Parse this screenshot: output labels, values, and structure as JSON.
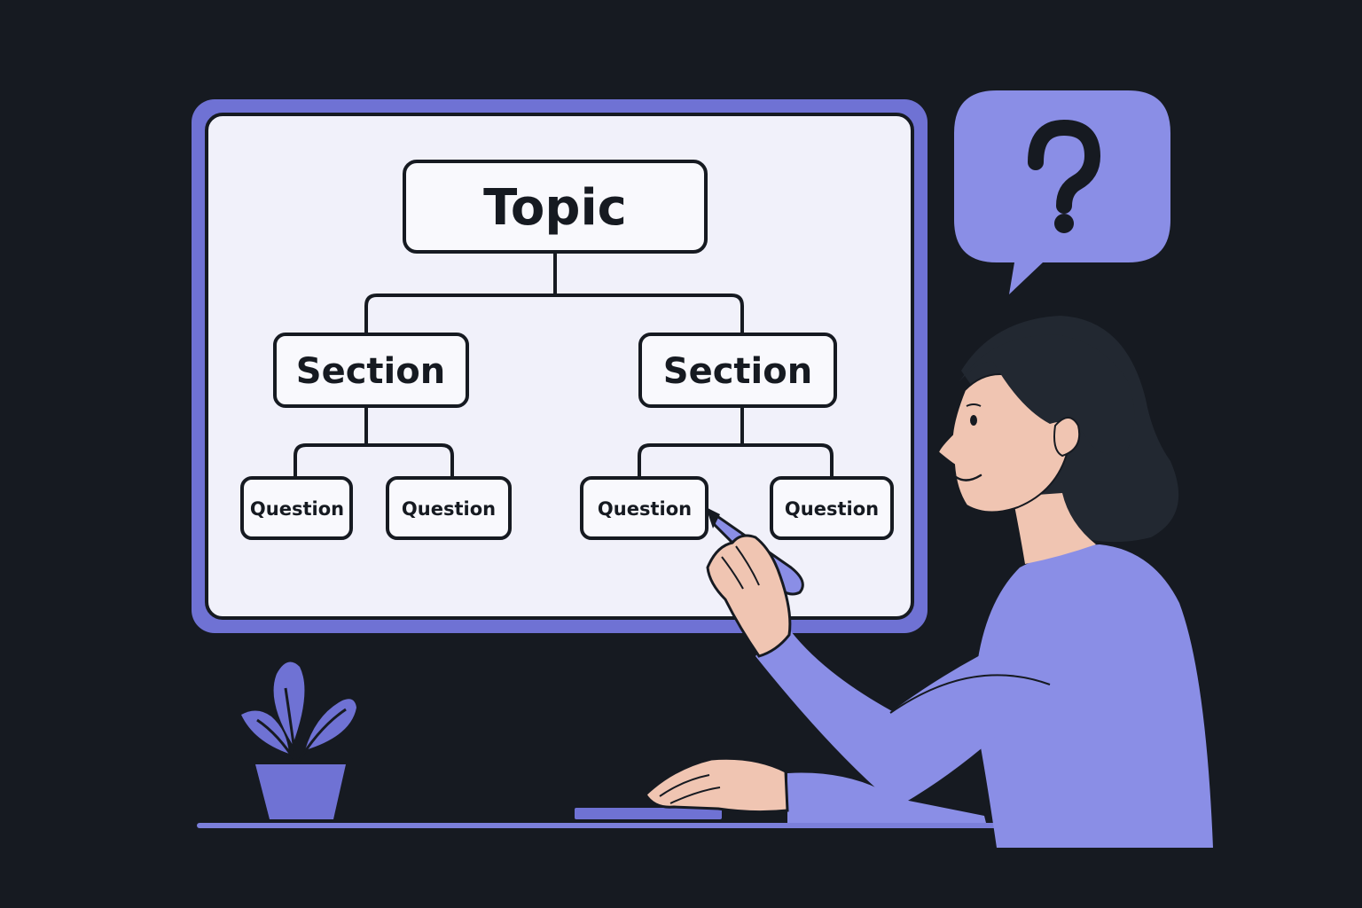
{
  "colors": {
    "background": "#161a21",
    "board_frame": "#6f72d4",
    "board_surface": "#f1f1fa",
    "outline": "#161a21",
    "accent": "#8a8ee6",
    "skin": "#f0c5b2",
    "hair": "#222831"
  },
  "diagram": {
    "root": {
      "label": "Topic"
    },
    "sections": [
      {
        "label": "Section",
        "questions": [
          {
            "label": "Question"
          },
          {
            "label": "Question"
          }
        ]
      },
      {
        "label": "Section",
        "questions": [
          {
            "label": "Question"
          },
          {
            "label": "Question"
          }
        ]
      }
    ]
  },
  "speech_bubble": {
    "symbol": "?",
    "icon": "question-mark-icon"
  },
  "illustration": {
    "person": "woman-pointing-with-pen",
    "plant": "potted-plant-icon",
    "desk": "desk-surface"
  }
}
